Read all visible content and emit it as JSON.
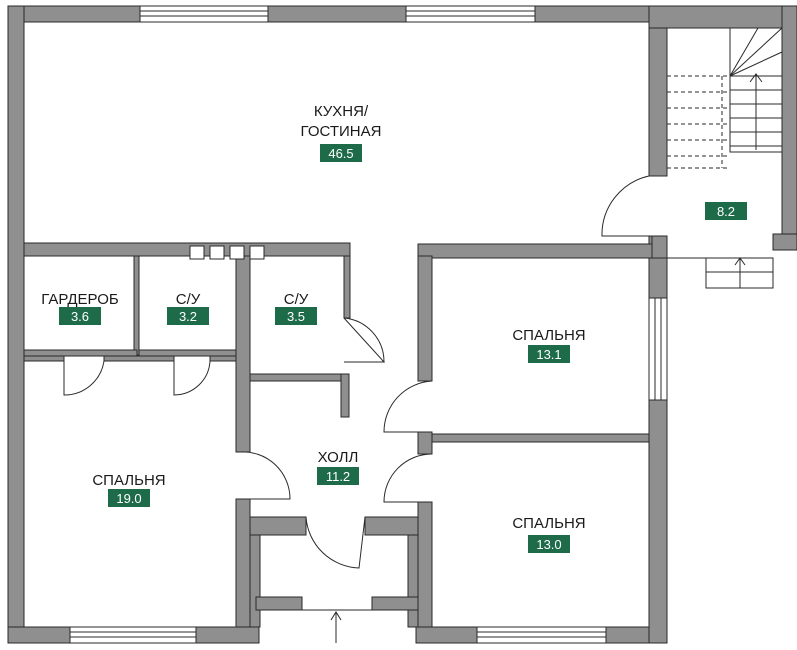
{
  "colors": {
    "wall": "#8f8f8f",
    "line": "#2a2a2a",
    "area_badge": "#1e6b4a",
    "background": "#ffffff"
  },
  "rooms": {
    "kitchen": {
      "name1": "КУХНЯ/",
      "name2": "ГОСТИНАЯ",
      "area": "46.5"
    },
    "stair_hall": {
      "area": "8.2"
    },
    "wardrobe": {
      "name": "ГАРДЕРОБ",
      "area": "3.6"
    },
    "bath1": {
      "name": "С/У",
      "area": "3.2"
    },
    "bath2": {
      "name": "С/У",
      "area": "3.5"
    },
    "bedroom_right_top": {
      "name": "СПАЛЬНЯ",
      "area": "13.1"
    },
    "bedroom_left": {
      "name": "СПАЛЬНЯ",
      "area": "19.0"
    },
    "hall": {
      "name": "ХОЛЛ",
      "area": "11.2"
    },
    "bedroom_right_bottom": {
      "name": "СПАЛЬНЯ",
      "area": "13.0"
    }
  }
}
